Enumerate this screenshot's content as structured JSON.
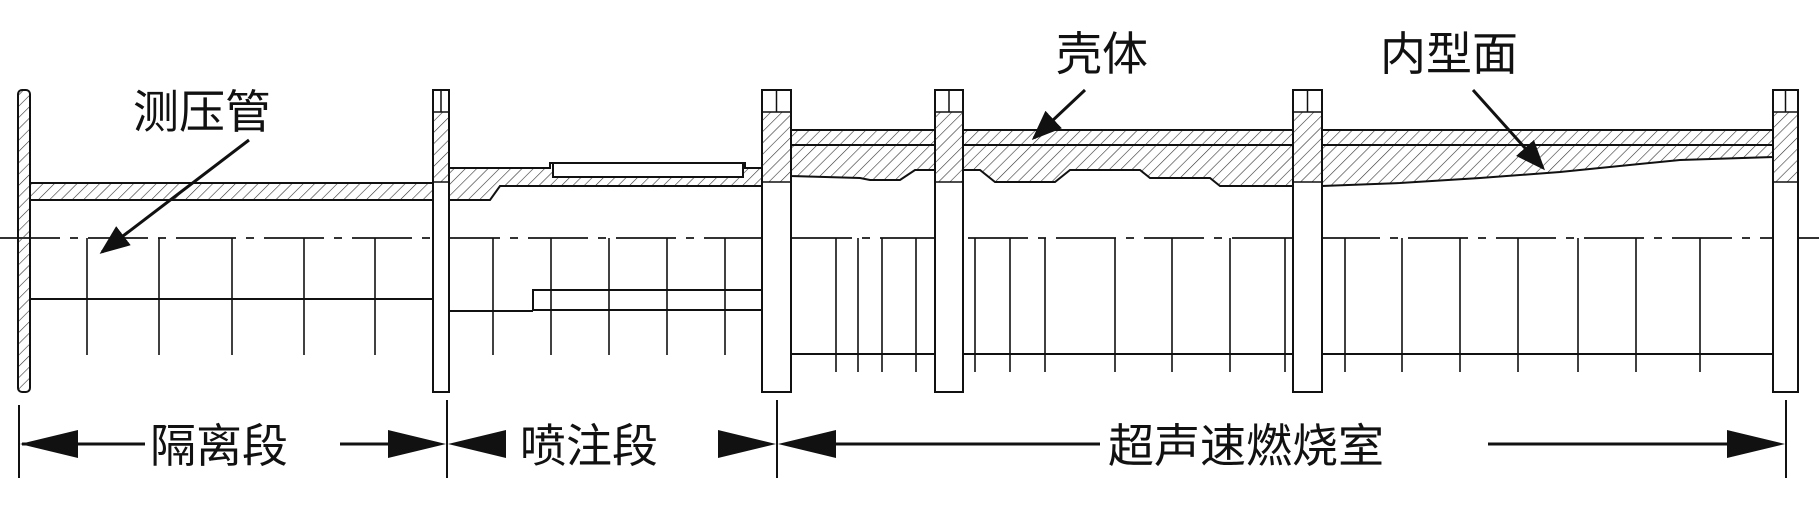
{
  "callouts": {
    "pressure_tube": "测压管",
    "shell": "壳体",
    "inner_profile": "内型面"
  },
  "sections": {
    "isolator": "隔离段",
    "injection": "喷注段",
    "combustor": "超声速燃烧室"
  },
  "colors": {
    "line": "#111111",
    "background": "#ffffff"
  }
}
